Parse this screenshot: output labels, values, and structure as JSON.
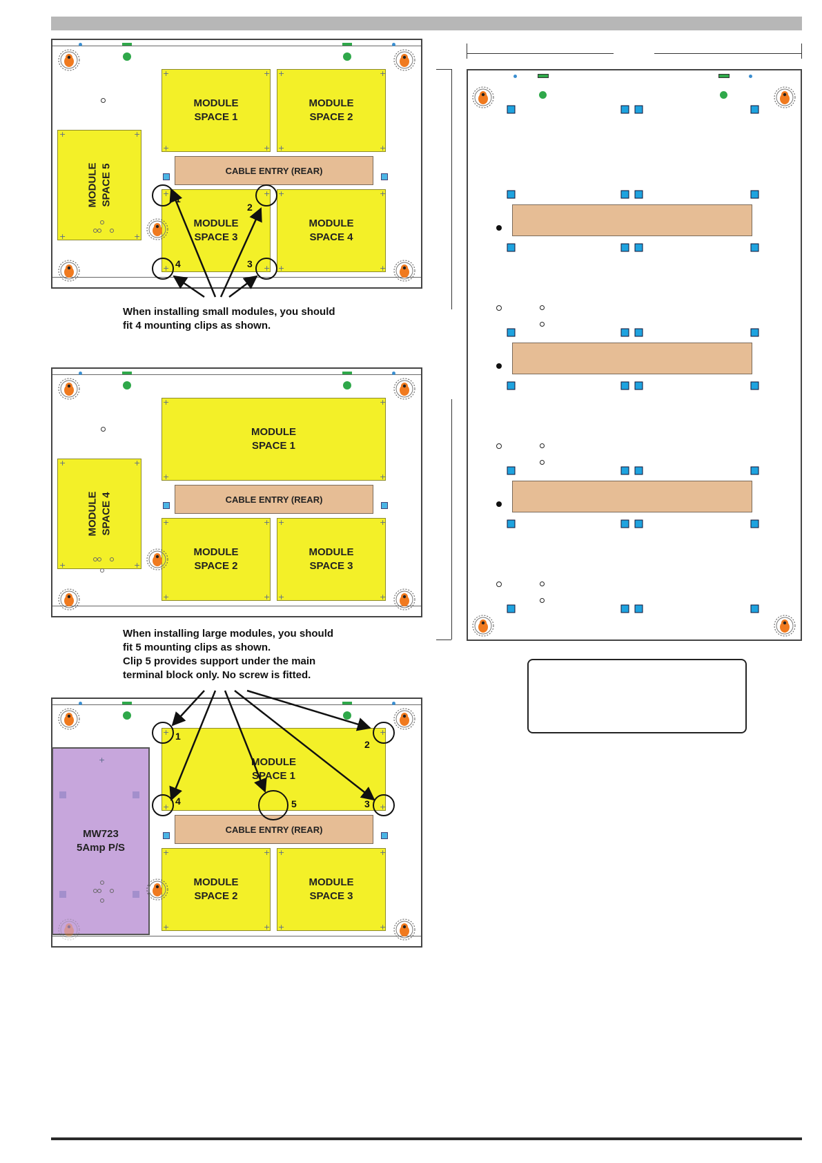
{
  "diagram1": {
    "modules": [
      "MODULE\nSPACE 1",
      "MODULE\nSPACE 2",
      "MODULE\nSPACE 3",
      "MODULE\nSPACE 4",
      "MODULE\nSPACE 5"
    ],
    "cable_entry": "CABLE ENTRY (REAR)",
    "clip_numbers": [
      "1",
      "2",
      "3",
      "4"
    ],
    "note": "When installing small modules, you should\nfit 4 mounting clips as shown."
  },
  "diagram2": {
    "modules": [
      "MODULE\nSPACE 1",
      "MODULE\nSPACE 2",
      "MODULE\nSPACE 3",
      "MODULE\nSPACE 4"
    ],
    "cable_entry": "CABLE ENTRY (REAR)",
    "note": "When installing large modules, you should\nfit 5 mounting clips as shown.\nClip 5 provides support under the main\nterminal block only.  No screw is fitted."
  },
  "diagram3": {
    "modules": [
      "MODULE\nSPACE 1",
      "MODULE\nSPACE 2",
      "MODULE\nSPACE 3"
    ],
    "psu": "MW723\n5Amp P/S",
    "cable_entry": "CABLE ENTRY (REAR)",
    "clip_numbers": [
      "1",
      "2",
      "3",
      "4",
      "5"
    ]
  },
  "colors": {
    "module": "#f3f028",
    "cable_entry": "#e6bd95",
    "psu": "#c7a6dc",
    "keyhole": "#f07a1f",
    "clip_square": "#1fa3df",
    "led_green": "#2fa84a"
  }
}
